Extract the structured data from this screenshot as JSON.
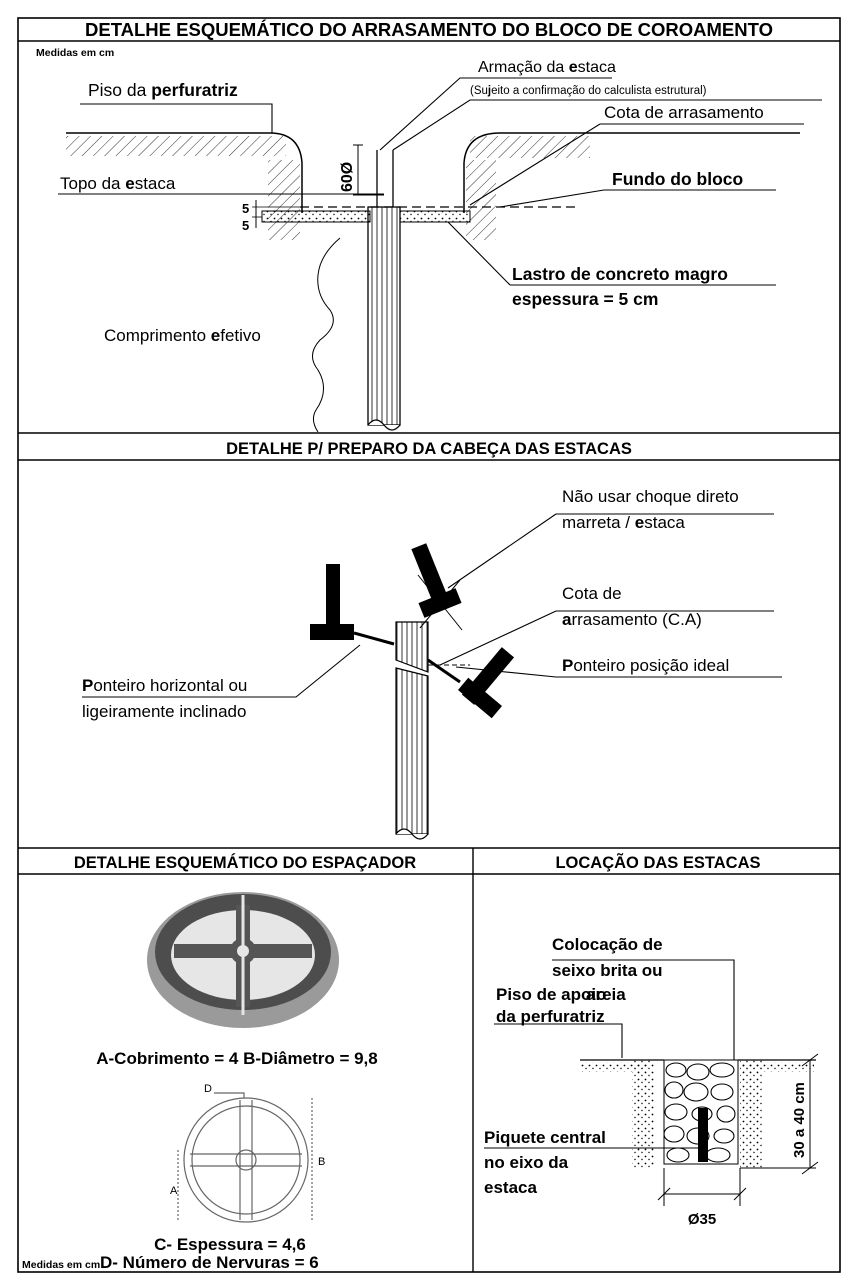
{
  "top": {
    "title": "DETALHE ESQUEMÁTICO DO ARRASAMENTO DO BLOCO DE  COROAMENTO",
    "units": "Medidas em cm",
    "piso": "Piso da ",
    "piso_bold": "perfuratriz",
    "armacao": "Armação da ",
    "armacao_bold": "e",
    "armacao_rest": "staca",
    "sujeito": "(Su",
    "sujeito_bold": "j",
    "sujeito_rest": "eito a confirmação do calculista estrutural)",
    "cota": "Cota de arrasamento",
    "dim60": "60Ø",
    "topo": "Topo da ",
    "topo_bold": "e",
    "topo_rest": "staca",
    "fundo": "Fundo do bloco",
    "dim5a": "5",
    "dim5b": "5",
    "lastro1": "Lastro de concreto magro",
    "lastro2": "espessura = 5 cm",
    "comprimento": "Comprimento ",
    "comprimento_bold": "e",
    "comprimento_rest": "fetivo"
  },
  "mid": {
    "title": "DETALHE P/ PREPARO DA CABEÇA DAS ESTACAS",
    "nao1": "Não usar choque direto",
    "nao2": "marreta / ",
    "nao2_bold": "e",
    "nao2_rest": "staca",
    "cota1": "Cota de",
    "cota2_bold": "a",
    "cota2_rest": "rrasamento (C.A)",
    "ideal_bold": "P",
    "ideal_rest": "onteiro posição ideal",
    "horiz_bold": "P",
    "horiz_rest": "onteiro horizontal ou",
    "horiz2": "ligeiramente inclinado"
  },
  "bottom_left": {
    "title": "DETALHE ESQUEMÁTICO DO ESPAÇADOR",
    "ab": "A-Cobrimento = 4  B-Diâmetro = 9,8",
    "d": "D",
    "b": "B",
    "a": "A",
    "c": "C- Espessura = 4,6",
    "units": "Medidas em cm",
    "dn": "D- Número de Nervuras = 6"
  },
  "bottom_right": {
    "title": "LOCAÇÃO DAS ESTACAS",
    "col1": "Colocação de",
    "col2": "seixo brita ou",
    "col3": "areia",
    "piso1": "Piso de apoio",
    "piso2": "da perfuratriz",
    "dim": "30 a 40 cm",
    "piq1": "Piquete central",
    "piq2": "no eixo da",
    "piq3": "estaca",
    "diam": "Ø35"
  }
}
